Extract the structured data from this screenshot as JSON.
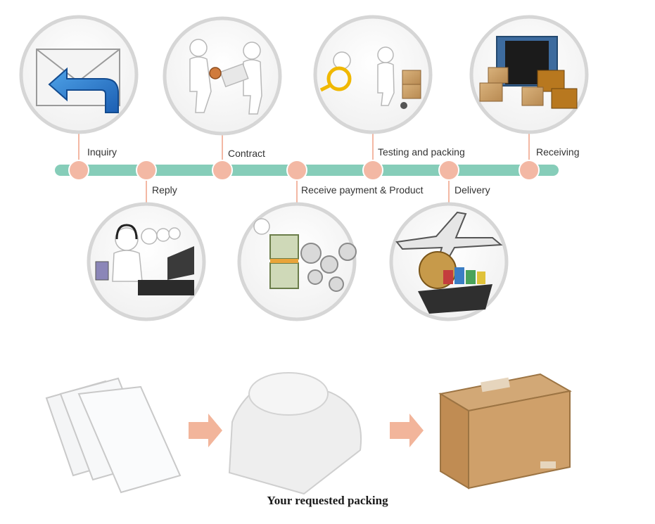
{
  "steps": {
    "inquiry": "Inquiry",
    "reply": "Reply",
    "contract": "Contract",
    "receive_payment": "Receive payment & Product",
    "testing_packing": "Testing and packing",
    "delivery": "Delivery",
    "receiving": "Receiving"
  },
  "packing": {
    "caption": "Your requested packing"
  },
  "colors": {
    "timeline": "#86cdb9",
    "node": "#f3b8a4",
    "circle_border": "#d6d6d6",
    "arrow": "#f2b59b"
  },
  "icons": {
    "inquiry": "envelope-reply-icon",
    "contract": "handshake-contract-icon",
    "testing": "magnifier-inspection-icon",
    "receiving": "container-boxes-icon",
    "reply": "call-center-icon",
    "payment": "money-gears-icon",
    "delivery": "airplane-ship-globe-icon",
    "bag": "plastic-bag-icon",
    "bubble": "bubble-wrap-icon",
    "carton": "carton-box-icon"
  }
}
